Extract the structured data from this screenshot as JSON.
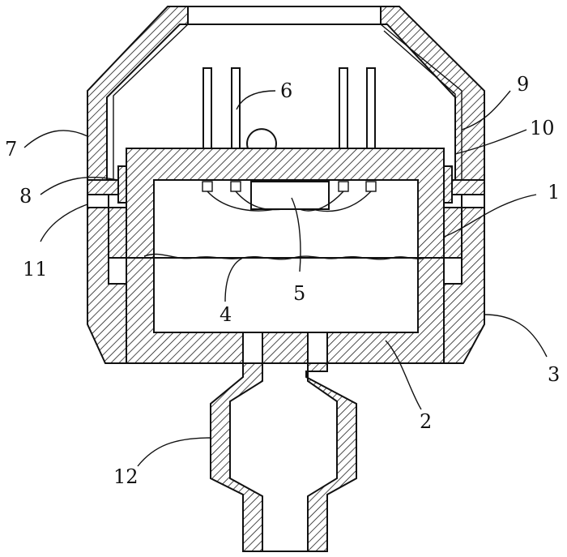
{
  "figure": {
    "callouts": [
      {
        "id": "c1",
        "text": "1"
      },
      {
        "id": "c2",
        "text": "2"
      },
      {
        "id": "c3",
        "text": "3"
      },
      {
        "id": "c4",
        "text": "4"
      },
      {
        "id": "c5",
        "text": "5"
      },
      {
        "id": "c6",
        "text": "6"
      },
      {
        "id": "c7",
        "text": "7"
      },
      {
        "id": "c8",
        "text": "8"
      },
      {
        "id": "c9",
        "text": "9"
      },
      {
        "id": "c10",
        "text": "10"
      },
      {
        "id": "c11",
        "text": "11"
      },
      {
        "id": "c12",
        "text": "12"
      }
    ],
    "colors": {
      "ink": "#111111",
      "background": "#ffffff"
    }
  }
}
